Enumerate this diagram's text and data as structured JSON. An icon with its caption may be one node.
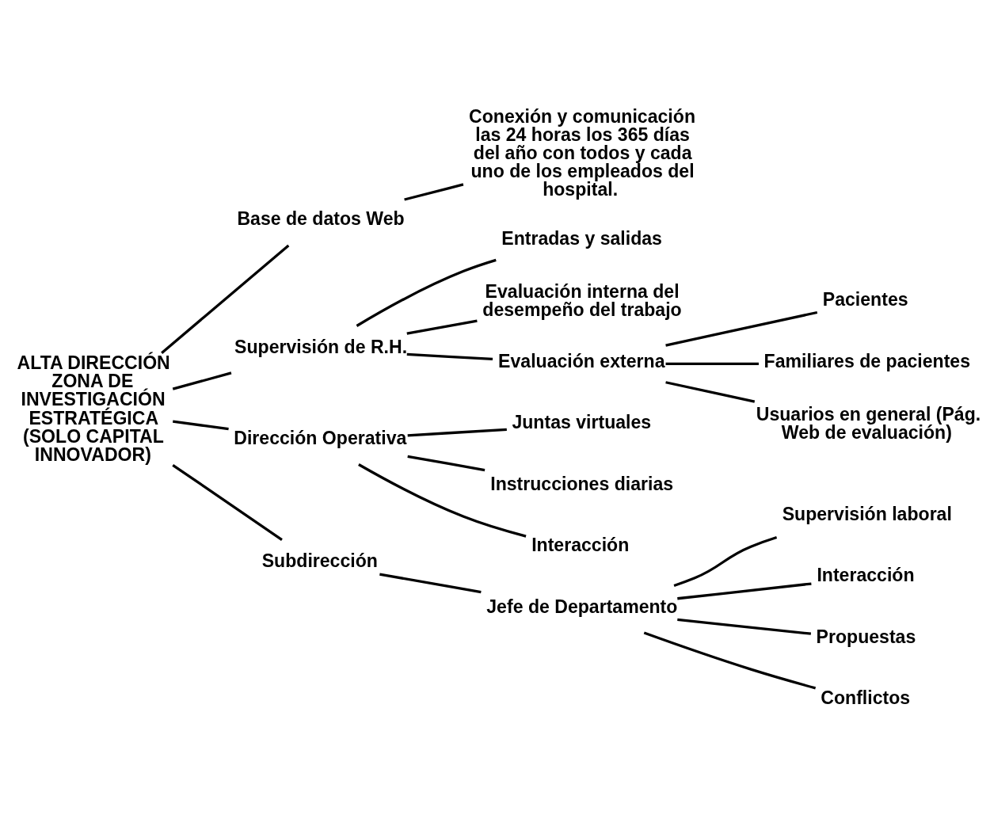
{
  "diagram": {
    "nodes": [
      {
        "text": [
          "ALTA DIRECCIÓN ZONA DE INVESTIGACIÓN ESTRATÉGICA (SOLO CAPITAL INNOVADOR)"
        ]
      },
      {
        "text": [
          "Base de datos Web"
        ]
      },
      {
        "text": [
          "Conexión y comunicación las 24 horas los 365 días del año con todos y cada uno de los empleados del hospital."
        ]
      },
      {
        "text": [
          "Supervisión de R.H."
        ]
      },
      {
        "text": [
          "Entradas y salidas"
        ]
      },
      {
        "text": [
          "Evaluación interna del desempeño del trabajo"
        ]
      },
      {
        "text": [
          "Evaluación externa"
        ]
      },
      {
        "text": [
          "Pacientes"
        ]
      },
      {
        "text": [
          "Familiares de pacientes"
        ]
      },
      {
        "text": [
          "Usuarios en general (Pág. Web de evaluación)"
        ]
      },
      {
        "text": [
          "Dirección Operativa"
        ]
      },
      {
        "text": [
          "Juntas virtuales"
        ]
      },
      {
        "text": [
          "Instrucciones diarias"
        ]
      },
      {
        "text": [
          "Interacción"
        ]
      },
      {
        "text": [
          "Subdirección"
        ]
      },
      {
        "text": [
          "Jefe de Departamento"
        ]
      },
      {
        "text": [
          "Supervisión laboral"
        ]
      },
      {
        "text": [
          "Interacción"
        ]
      },
      {
        "text": [
          "Propuestas"
        ]
      },
      {
        "text": [
          "Conflictos"
        ]
      }
    ],
    "edges": [
      {
        "from": 0,
        "to": 1,
        "arrow": "none"
      },
      {
        "from": 0,
        "to": 3,
        "arrow": "none"
      },
      {
        "from": 0,
        "to": 10,
        "arrow": "none"
      },
      {
        "from": 0,
        "to": 14,
        "arrow": "none"
      },
      {
        "from": 1,
        "to": 2,
        "arrow": "none"
      },
      {
        "from": 3,
        "to": 4,
        "arrow": "none"
      },
      {
        "from": 3,
        "to": 5,
        "arrow": "none"
      },
      {
        "from": 3,
        "to": 6,
        "arrow": "none"
      },
      {
        "from": 6,
        "to": 7,
        "arrow": "none"
      },
      {
        "from": 6,
        "to": 8,
        "arrow": "none"
      },
      {
        "from": 6,
        "to": 9,
        "arrow": "none"
      },
      {
        "from": 10,
        "to": 11,
        "arrow": "none"
      },
      {
        "from": 10,
        "to": 12,
        "arrow": "none"
      },
      {
        "from": 10,
        "to": 13,
        "arrow": "none"
      },
      {
        "from": 14,
        "to": 15,
        "arrow": "none"
      },
      {
        "from": 15,
        "to": 16,
        "arrow": "none"
      },
      {
        "from": 15,
        "to": 17,
        "arrow": "none"
      },
      {
        "from": 15,
        "to": 18,
        "arrow": "none"
      },
      {
        "from": 15,
        "to": 19,
        "arrow": "none"
      }
    ]
  }
}
